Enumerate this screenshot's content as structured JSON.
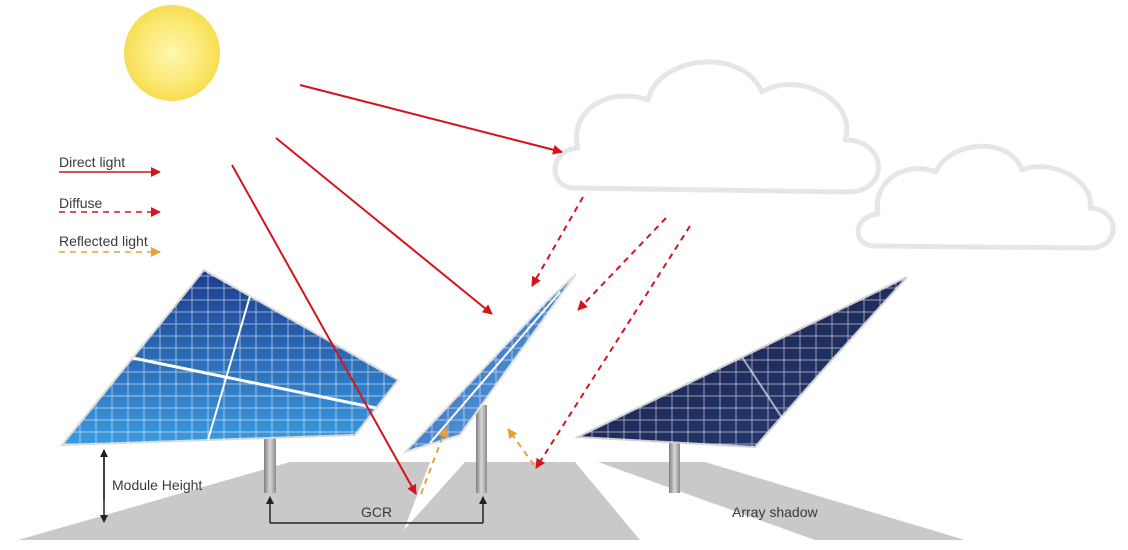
{
  "legend": {
    "direct": "Direct light",
    "diffuse": "Diffuse",
    "reflected": "Reflected light"
  },
  "labels": {
    "module_height": "Module Height",
    "gcr": "GCR",
    "array_shadow": "Array shadow"
  },
  "colors": {
    "direct": "#d4141c",
    "diffuse": "#d4141c",
    "reflected": "#e8a13a",
    "sun": "#fbe66a",
    "shadow": "#c9c9c9",
    "cloud_stroke": "#e6e6e6",
    "panel_light": "#3f8fd8",
    "panel_dark": "#1a2a5e",
    "pole": "#9a9a9a"
  },
  "icons": {
    "sun": "sun-icon",
    "cloud": "cloud-icon"
  }
}
